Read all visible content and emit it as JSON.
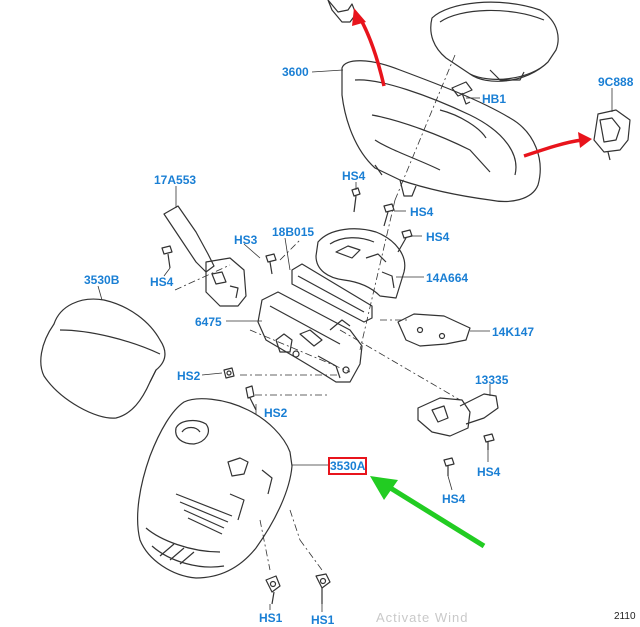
{
  "diagram": {
    "part_labels": {
      "p3600": "3600",
      "hb1": "HB1",
      "p9c888": "9C888",
      "p17a553": "17A553",
      "hs4_a": "HS4",
      "hs4_b": "HS4",
      "hs4_c": "HS4",
      "hs3": "HS3",
      "p18b015": "18B015",
      "hs4_d": "HS4",
      "p14a664": "14A664",
      "p3530b": "3530B",
      "p6475": "6475",
      "p14k147": "14K147",
      "p13335": "13335",
      "hs2_a": "HS2",
      "hs2_b": "HS2",
      "p3530a": "3530A",
      "hs4_e": "HS4",
      "hs4_f": "HS4",
      "hs1_a": "HS1",
      "hs1_b": "HS1"
    },
    "selected_label": "3530A",
    "document_id": "2110",
    "watermark": "Activate Wind"
  },
  "colors": {
    "label": "#1a7fd4",
    "line": "#333333",
    "removal_arrow": "#e8141c",
    "pointer_arrow": "#22cc22",
    "highlight": "#e8141c"
  }
}
